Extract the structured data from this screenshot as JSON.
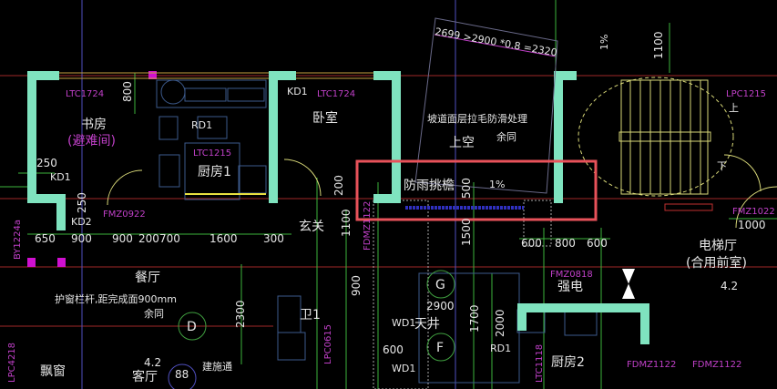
{
  "drawing": {
    "formula": "2699 >2900 *0.8 =2320",
    "rooms": {
      "study": "书房",
      "refuge": "(避难间)",
      "bedroom": "卧室",
      "kitchen1": "厨房1",
      "foyer": "玄关",
      "void": "上空",
      "canopy": "防雨挑檐",
      "elevator_hall": "电梯厅",
      "shared_lobby": "(合用前室)",
      "dining": "餐厅",
      "bath1": "卫1",
      "shaft": "天井",
      "electric": "强电",
      "kitchen2": "厨房2",
      "bay_window": "飘窗",
      "living": "客厅"
    },
    "notes": {
      "ramp": "坡道面层拉毛防滑处理",
      "same1": "余同",
      "railing": "护窗栏杆,距完成面900mm",
      "same2": "余同",
      "ref": "建施通",
      "up": "上",
      "down": "下"
    },
    "tags": {
      "ltc1724_a": "LTC1724",
      "ltc1724_b": "LTC1724",
      "ltc1215": "LTC1215",
      "lpc1215": "LPC1215",
      "fmz0922": "FMZ0922",
      "fmz1022": "FMZ1022",
      "fdmz1122_a": "FDMZ1122",
      "fdmz1122_b": "FDMZ1122",
      "fdmz1122_c": "FDMZ1122",
      "fmz0818": "FMZ0818",
      "lpc0615": "LPC0615",
      "lpc4218": "LPC4218",
      "by1224": "BY1224a",
      "ltc1118": "LTC1118"
    },
    "equipment": {
      "kd1_a": "KD1",
      "kd1_b": "KD1",
      "kd2": "KD2",
      "rd1_a": "RD1",
      "rd1_b": "RD1",
      "wd1_a": "WD1",
      "wd1_b": "WD1"
    },
    "dims": {
      "d1100_top": "1100",
      "slope_top": "1%",
      "d800": "800",
      "d250_a": "250",
      "d250_b": "250",
      "d500": "500",
      "slope_canopy": "1%",
      "d1500": "1500",
      "d1100_foyer": "1100",
      "d200": "200",
      "d1000": "1000",
      "row": [
        "650",
        "900",
        "900",
        "200",
        "700",
        "1600",
        "300"
      ],
      "row2": [
        "600",
        "800",
        "600"
      ],
      "d2300": "2300",
      "d2900": "2900",
      "d1700": "1700",
      "d2000": "2000",
      "d900": "900",
      "d600": "600",
      "elev_a": "4.2",
      "elev_b": "4.2",
      "d88": "88"
    },
    "axes": {
      "g": "G",
      "f": "F",
      "d": "D"
    },
    "highlight_color": "#e8525a",
    "wall_color": "#7fe3bf"
  }
}
